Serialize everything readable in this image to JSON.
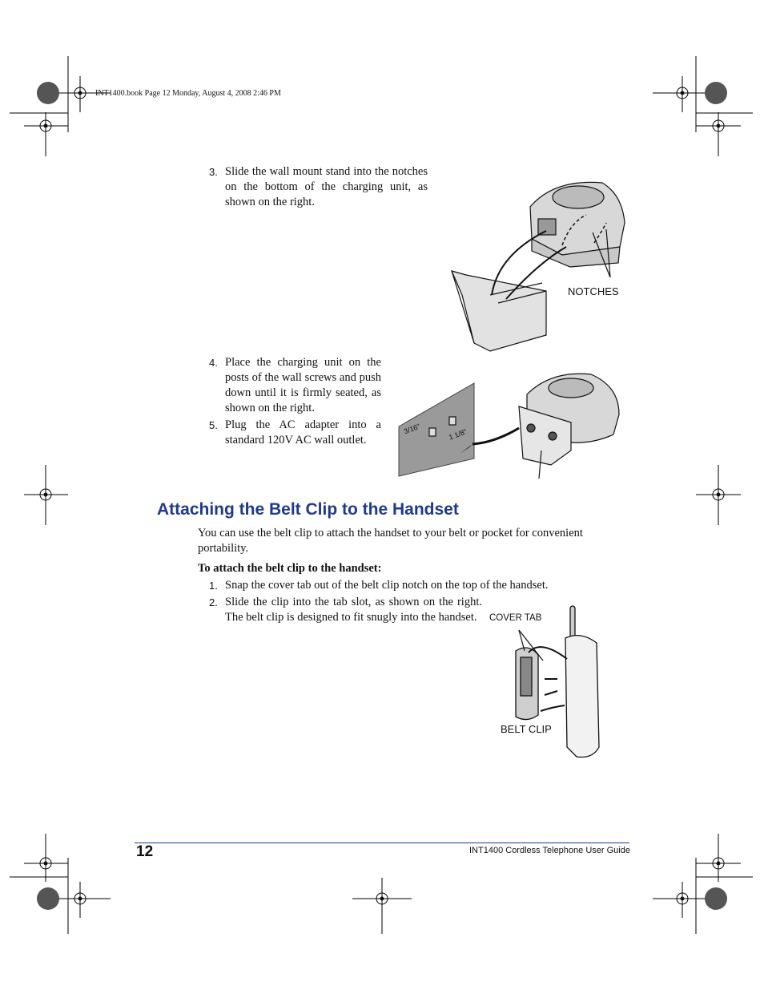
{
  "slug": "INT1400.book  Page 12  Monday, August 4, 2008  2:46 PM",
  "steps_top": [
    {
      "num": "3.",
      "text": "Slide the wall mount stand into the notches on the bottom of the charging unit, as shown on the right."
    },
    {
      "num": "4.",
      "text": "Place the charging unit on the posts of the wall screws and push down until it is firmly seated, as shown on the right."
    },
    {
      "num": "5.",
      "text": "Plug the AC adapter into a standard 120V AC wall outlet."
    }
  ],
  "figure1": {
    "notches_label": "NOTCHES"
  },
  "figure2": {
    "dim_a": "3/16\"",
    "dim_b": "1 1/8\""
  },
  "section": {
    "heading": "Attaching the Belt Clip to the Handset",
    "intro": "You can use the belt clip to attach the handset to your belt or pocket for convenient portability.",
    "subheading": "To attach the belt clip to the handset:",
    "steps": [
      {
        "num": "1.",
        "text": "Snap the cover tab out of the belt clip notch on the top of the handset."
      },
      {
        "num": "2.",
        "text": "Slide the clip into the tab slot, as shown on the right. The belt clip is designed to fit snugly into the handset."
      }
    ]
  },
  "figure3": {
    "cover_tab_label": "COVER TAB",
    "belt_clip_label": "BELT CLIP"
  },
  "footer": {
    "page_number": "12",
    "title": "INT1400 Cordless Telephone User Guide"
  }
}
